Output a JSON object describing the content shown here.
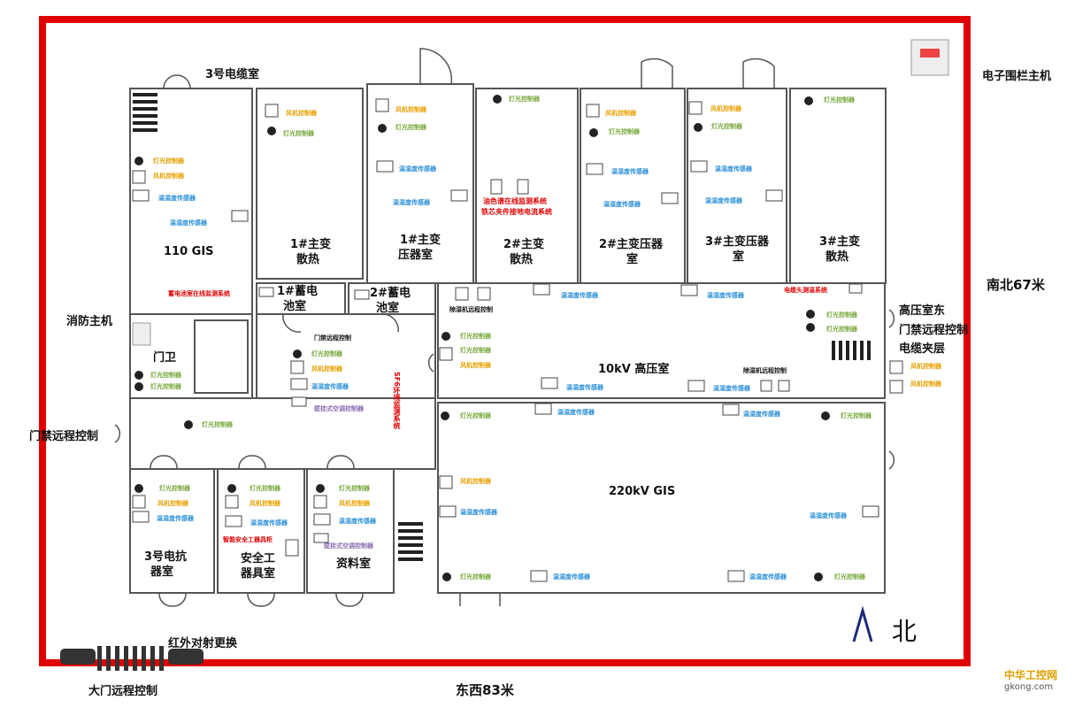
{
  "colors": {
    "perimeter": "#e00000",
    "wall": "#555555",
    "light": "#78a83c",
    "fan": "#e8a000",
    "sensor": "#2b8fd6",
    "ac": "#8a6bb0",
    "alarm": "#e00000"
  },
  "labels": {
    "electronic_fence_host": "电子围栏主机",
    "north_south": "南北67米",
    "east_west": "东西83米",
    "north": "北",
    "fire_host": "消防主机",
    "gate_left": "门禁远程控制",
    "gate_right": "门禁远程控制",
    "hv_east": "高压室东",
    "cable_mezzanine": "电缆夹层",
    "infrared": "红外对射更换",
    "main_gate": "大门远程控制",
    "watermark_cn": "中华工控网",
    "watermark_en": "gkong.com"
  },
  "rooms": {
    "cable3": "3号电缆室",
    "gis110": "110 GIS",
    "t1_heat": [
      "1#主变",
      "散热"
    ],
    "t1_room": [
      "1#主变",
      "压器室"
    ],
    "t2_heat": [
      "2#主变",
      "散热"
    ],
    "t2_room": [
      "2#主变压器",
      "室"
    ],
    "t3_room": [
      "3#主变压器",
      "室"
    ],
    "t3_heat": [
      "3#主变",
      "散热"
    ],
    "bat1": [
      "1#蓄电",
      "池室"
    ],
    "bat2": [
      "2#蓄电",
      "池室"
    ],
    "guard": "门卫",
    "hv10": "10kV 高压室",
    "gis220": "220kV GIS",
    "reactor3": [
      "3号电抗",
      "器室"
    ],
    "safety": [
      "安全工",
      "器具室"
    ],
    "archive": "资料室"
  },
  "devices": {
    "light": "灯光控制器",
    "fan": "风机控制器",
    "sensor": "温湿度传感器",
    "ac": "壁挂式空调控制器",
    "dehumid": "除湿机远程控制",
    "battery_monitor": "蓄电池室在线监测系统",
    "sf6": "SF6环境监测系统",
    "grounding": [
      "油色谱在线监测系统",
      "铁芯夹件接地电流系统"
    ],
    "cable_temp": "电缆头测温系统",
    "smart_tools": "智能安全工器具柜"
  }
}
